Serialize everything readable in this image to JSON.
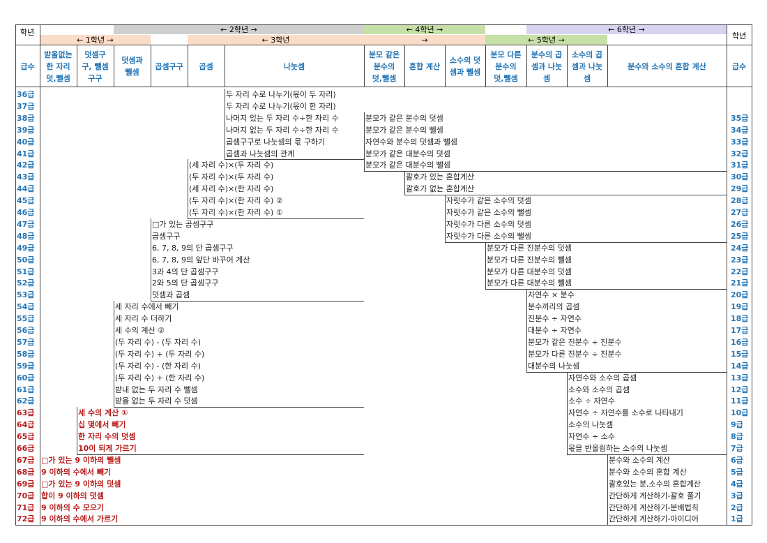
{
  "header": {
    "row_label": "학년",
    "bars": [
      {
        "id": "g2",
        "label": "←   2학년   →",
        "color": "#cfcfcf"
      },
      {
        "id": "g4",
        "label": "←   4학년   →",
        "color": "#c6e0a8"
      },
      {
        "id": "g6",
        "label": "←   6학년   →",
        "color": "#d7d4f0"
      },
      {
        "id": "g1",
        "label": "←   1학년   →",
        "color": "#fbdcc6"
      },
      {
        "id": "g3",
        "label": "←                    3학년",
        "color": "#fbdcc6"
      },
      {
        "id": "g3b",
        "label": "→",
        "color": "#fbdcc6"
      },
      {
        "id": "g5",
        "label": "←   5학년   →",
        "color": "#c6e0a8"
      }
    ],
    "columns": [
      "급수",
      "받올없는\n한 자리\n덧,뺄셈",
      "덧셈구\n구, 뺄셈\n구구",
      "덧셈과\n뺄셈",
      "곱셈구구",
      "곱셈",
      "나눗셈",
      "분모 같은\n분수의\n덧,뺄셈",
      "혼합 계산",
      "소수의 덧\n셈과 뺄셈",
      "분모 다른\n분수의\n덧,뺄셈",
      "분수의 곱\n셈과 나눗\n셈",
      "소수의 곱\n셈과 나눗\n셈",
      "분수와 소수의 혼합 계산",
      "급수"
    ]
  },
  "left_grades": [
    "36급",
    "37급",
    "38급",
    "39급",
    "40급",
    "41급",
    "42급",
    "43급",
    "44급",
    "45급",
    "46급",
    "47급",
    "48급",
    "49급",
    "50급",
    "51급",
    "52급",
    "53급",
    "54급",
    "55급",
    "56급",
    "57급",
    "58급",
    "59급",
    "60급",
    "61급",
    "62급",
    "63급",
    "64급",
    "65급",
    "66급",
    "67급",
    "68급",
    "69급",
    "70급",
    "71급",
    "72급"
  ],
  "right_grades": [
    "35급",
    "34급",
    "33급",
    "32급",
    "31급",
    "30급",
    "29급",
    "28급",
    "27급",
    "26급",
    "25급",
    "24급",
    "23급",
    "22급",
    "21급",
    "20급",
    "19급",
    "18급",
    "17급",
    "16급",
    "15급",
    "14급",
    "13급",
    "12급",
    "11급",
    "10급",
    "9급",
    "8급",
    "7급",
    "6급",
    "5급",
    "4급",
    "3급",
    "2급",
    "1급"
  ],
  "topics": {
    "division": [
      "두 자리 수로 나누기(몫이 두 자리)",
      "두 자리 수로 나누기(몫이 한 자리)",
      "나머지 있는 두 자리 수÷한 자리 수",
      "나머지 없는 두 자리 수÷한 자리 수",
      "곱셈구구로 나눗셈의 몫 구하기",
      "곱셈과 나눗셈의 관계"
    ],
    "multiplication": [
      "(세 자리 수)×(두 자리 수)",
      "(두 자리 수)×(두 자리 수)",
      "(세 자리 수)×(한 자리 수)",
      "(두 자리 수)×(한 자리 수) ②",
      "(두 자리 수)×(한 자리 수) ①"
    ],
    "times_table": [
      "□가 있는 곱셈구구",
      "곱셈구구",
      "6, 7, 8, 9의 단 곱셈구구",
      "6, 7, 8, 9의 앞단 바꾸어 계산",
      "3과 4의 단 곱셈구구",
      "2와 5의 단 곱셈구구",
      "덧셈과 곱셈"
    ],
    "add_sub": [
      "세 자리 수에서 빼기",
      "세 자리 수 더하기",
      "세 수의 계산 ②",
      "(두 자리 수) - (두 자리 수)",
      "(두 자리 수) + (두 자리 수)",
      "(두 자리 수) - (한 자리 수)",
      "(두 자리 수) + (한 자리 수)",
      "받내 없는 두 자리 수 뺄셈",
      "받을 없는 두 자리 수 덧셈"
    ],
    "add_sub_table": [
      "세 수의 계산 ①",
      "십 몇에서 빼기",
      "한 자리 수의 덧셈",
      "10이 되게 가르기"
    ],
    "single_digit": [
      "□가 있는 9 이하의 뺄셈",
      "9 이하의 수에서 빼기",
      "□가 있는 9 이하의 덧셈",
      "합이 9 이하의 덧셈",
      "9 이하의 수 모으기",
      "9 이하의 수에서 가르기"
    ],
    "same_denom": [
      "분모가 같은 분수의 덧셈",
      "분모가 같은 분수의 뺄셈",
      "자연수와 분수의 덧셈과 뺄셈",
      "분모가 같은 대분수의 덧셈",
      "분모가 같은 대분수의 뺄셈"
    ],
    "mixed_calc": [
      "괄호가 있는 혼합계산",
      "괄호가 없는 혼합계산"
    ],
    "decimal_addsub": [
      "자릿수가 같은 소수의 덧셈",
      "자릿수가 같은 소수의 뺄셈",
      "자릿수가 다른 소수의 덧셈",
      "자릿수가 다른 소수의 뺄셈"
    ],
    "diff_denom": [
      "분모가 다른 진분수의 덧셈",
      "분모가 다른 진분수의 뺄셈",
      "분모가 다른 대분수의 덧셈",
      "분모가 다른 대분수의 뺄셈"
    ],
    "frac_muldiv": [
      "자연수 × 분수",
      "분수끼리의 곱셈",
      "진분수 ÷ 자연수",
      "대분수 ÷ 자연수",
      "분모가 같은 진분수 ÷ 진분수",
      "분모가 다른 진분수 ÷ 진분수",
      "대분수의 나눗셈"
    ],
    "dec_muldiv": [
      "자연수와 소수의 곱셈",
      "소수와 소수의 곱셈",
      "소수 ÷ 자연수",
      "자연수 ÷ 자연수를 소수로 나타내기",
      "소수의 나눗셈",
      "자연수 ÷ 소수",
      "몫을 반올림하는 소수의 나눗셈"
    ],
    "frac_dec_mixed": [
      "분수와 소수의 계산",
      "분수와 소수의 혼합 계산",
      "괄호있는 분,소수의 혼합계산",
      "간단하게 계산하기-괄호 풀기",
      "간단하게 계산하기-분배법칙",
      "간단하게 계산하기-아이디어"
    ]
  },
  "colors": {
    "blue": "#2475b5",
    "red": "#b71c1c"
  }
}
